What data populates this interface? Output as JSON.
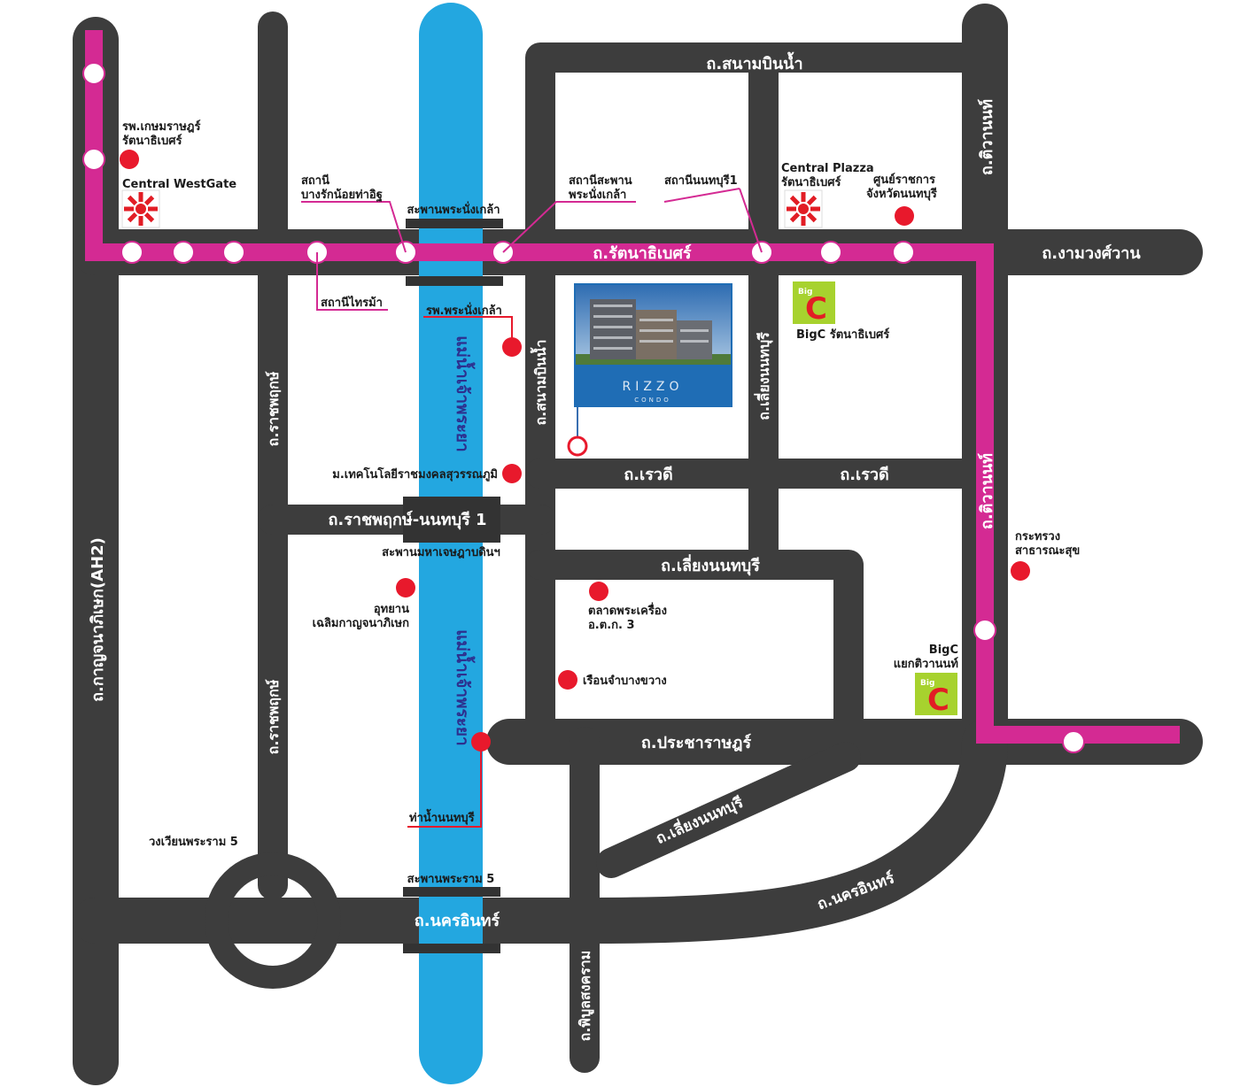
{
  "roads": {
    "sanambinnam_top": "ถ.สนามบินน้ำ",
    "tiwanon_top": "ถ.ติวานนท์",
    "rattanathibet": "ถ.รัตนาธิเบศร์",
    "ngamwongwan": "ถ.งามวงศ์วาน",
    "ratchaphruek_1": "ถ.ราชพฤกษ์",
    "ratchaphruek_2": "ถ.ราชพฤกษ์",
    "kanchanaphisek": "ถ.กาญจนาภิเษก(AH2)",
    "sanambinnam_mid": "ถ.สนามบินน้ำ",
    "liangnonthaburi_v": "ถ.เลี่ยงนนทบุรี",
    "tiwanon_right": "ถ.ติวานนท์",
    "rewadee_1": "ถ.เรวดี",
    "rewadee_2": "ถ.เรวดี",
    "ratchaphruek_nonthaburi": "ถ.ราชพฤกษ์-นนทบุรี 1",
    "liangnonthaburi_h": "ถ.เลี่ยงนนทบุรี",
    "pracharat": "ถ.ประชาราษฎร์",
    "liangnonthaburi_diag": "ถ.เลี่ยงนนทบุรี",
    "nakhonin_main": "ถ.นครอินทร์",
    "nakhonin_curve": "ถ.นครอินทร์",
    "phibunsongkhram": "ถ.พิบูลสงคราม"
  },
  "river": {
    "label_1": "แม่น้ำเจ้าพระยา",
    "label_2": "แม่น้ำเจ้าพระยา"
  },
  "bridges": {
    "phra_nang_klao": "สะพานพระนั่งเกล้า",
    "maha_chesada": "สะพานมหาเจษฎาบดินฯ",
    "rama5": "สะพานพระราม 5"
  },
  "stations": {
    "bang_rak_noi_line1": "สถานี",
    "bang_rak_noi_line2": "บางรักน้อยท่าอิฐ",
    "sai_ma": "สถานีไทรม้า",
    "saphan_line1": "สถานีสะพาน",
    "saphan_line2": "พระนั่งเกล้า",
    "nonthaburi1": "สถานีนนทบุรี1"
  },
  "pois": {
    "kasemrad_line1": "รพ.เกษมราษฎร์",
    "kasemrad_line2": "รัตนาธิเบศร์",
    "central_westgate": "Central WestGate",
    "central_plaza_line1": "Central Plazza",
    "central_plaza_line2": "รัตนาธิเบศร์",
    "gov_center_line1": "ศูนย์ราชการ",
    "gov_center_line2": "จังหวัดนนทบุรี",
    "hospital_pnk": "รพ.พระนั่งเกล้า",
    "bigc_rattanathibet": "BigC รัตนาธิเบศร์",
    "rmutsb": "ม.เทคโนโลยีราชมงคลสุวรรณภูมิ",
    "ministry_line1": "กระทรวง",
    "ministry_line2": "สาธารณะสุข",
    "park_line1": "อุทยาน",
    "park_line2": "เฉลิมกาญจนาภิเษก",
    "amulet_line1": "ตลาดพระเครื่อง",
    "amulet_line2": "อ.ต.ก. 3",
    "prison": "เรือนจำบางขวาง",
    "bigc_tiwanon_line1": "BigC",
    "bigc_tiwanon_line2": "แยกติวานนท์",
    "pier": "ท่าน้ำนนทบุรี",
    "roundabout": "วงเวียนพระราม 5"
  },
  "condo": {
    "name": "RIZZO",
    "sub": "CONDO"
  },
  "logos": {
    "bigc_small": "Big",
    "bigc_big": "C"
  },
  "colors": {
    "road": "#3d3d3d",
    "rail": "#d42a93",
    "river": "#23a7e0",
    "poi": "#e8192c",
    "bigc_bg": "#a7d22e",
    "bigc_letter": "#e21d25",
    "central": "#e21d25"
  }
}
